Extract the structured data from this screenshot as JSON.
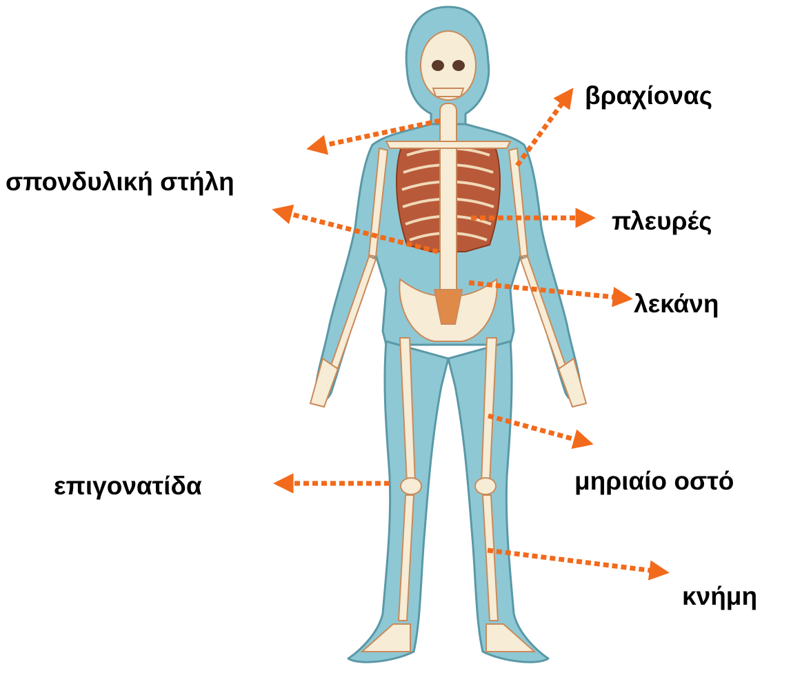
{
  "labels": {
    "arm": "βραχίονας",
    "spine": "σπονδυλική στήλη",
    "ribs": "πλευρές",
    "pelvis": "λεκάνη",
    "femur": "μηριαίο οστό",
    "kneecap": "επιγονατίδα",
    "tibia": "κνήμη"
  },
  "colors": {
    "arrow": "#f26a1b",
    "body": "#8ec8d4",
    "body_outline": "#5a98a6",
    "bone": "#f7ecd6",
    "bone_outline": "#c98a5a",
    "ribs_dark": "#8a3a1e",
    "text": "#000000"
  }
}
